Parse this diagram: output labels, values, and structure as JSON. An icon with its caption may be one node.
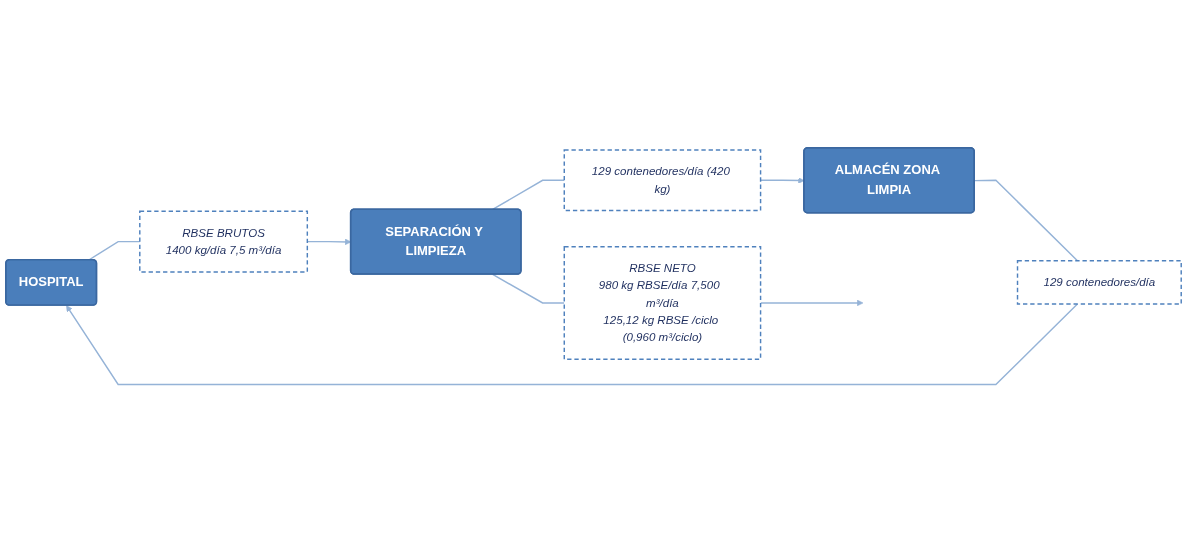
{
  "diagram": {
    "nodes": [
      {
        "text": [
          "HOSPITAL"
        ]
      },
      {
        "text": [
          "RBSE BRUTOS",
          "1400 kg/día 7,5 m³/día"
        ]
      },
      {
        "text": [
          "SEPARACIÓN Y LIMPIEZA"
        ]
      },
      {
        "text": [
          "RBSE NETO",
          "980 kg RBSE/día 7,500  m³/día",
          "125,12 kg RBSE /ciclo (0,960 m³/ciclo)"
        ]
      },
      {
        "text": [
          "129 contenedores/día (420 kg)"
        ]
      },
      {
        "text": [
          "ALMACÉN ZONA LIMPIA"
        ]
      },
      {
        "text": [
          "129 contenedores/día"
        ]
      }
    ],
    "edges": [
      {
        "from": 0,
        "to": 1,
        "arrow": "none"
      },
      {
        "from": 1,
        "to": 2,
        "arrow": "to"
      },
      {
        "from": 2,
        "to": 3,
        "arrow": "none"
      },
      {
        "from": 3,
        "to": null,
        "arrow": "to"
      },
      {
        "from": 2,
        "to": 4,
        "arrow": "none"
      },
      {
        "from": 4,
        "to": 5,
        "arrow": "to"
      },
      {
        "from": 5,
        "to": 6,
        "arrow": "none"
      },
      {
        "from": 6,
        "to": 0,
        "arrow": "to"
      }
    ]
  }
}
